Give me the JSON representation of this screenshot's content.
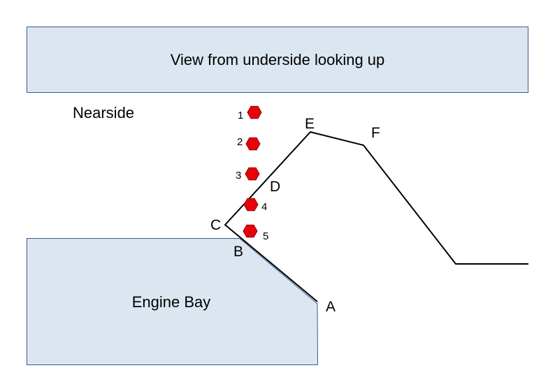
{
  "banner": {
    "text": "View from underside looking up"
  },
  "side_label": "Nearside",
  "engine_bay": {
    "label": "Engine Bay"
  },
  "points": {
    "A": "A",
    "B": "B",
    "C": "C",
    "D": "D",
    "E": "E",
    "F": "F"
  },
  "markers": [
    {
      "label": "1"
    },
    {
      "label": "2"
    },
    {
      "label": "3"
    },
    {
      "label": "4"
    },
    {
      "label": "5"
    }
  ],
  "colors": {
    "box_fill": "#dce6f1",
    "box_stroke": "#3a5a8c",
    "marker_fill": "#e8000b",
    "marker_stroke": "#8b0000",
    "line": "#000000"
  }
}
